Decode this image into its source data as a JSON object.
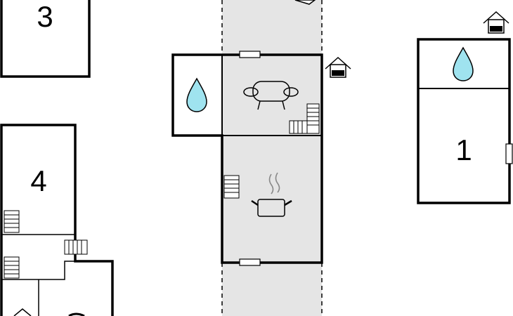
{
  "room_numbers": {
    "room_1": "1",
    "room_3": "3",
    "room_4": "4"
  },
  "icons": [
    "water-drop-icon",
    "sofa-icon",
    "cooking-pot-icon",
    "house-entrance-icon",
    "stairs-icon",
    "window-icon"
  ],
  "colors": {
    "corridor": "#e5e5e5",
    "water": "#9fe3ef",
    "walls": "#000000"
  }
}
